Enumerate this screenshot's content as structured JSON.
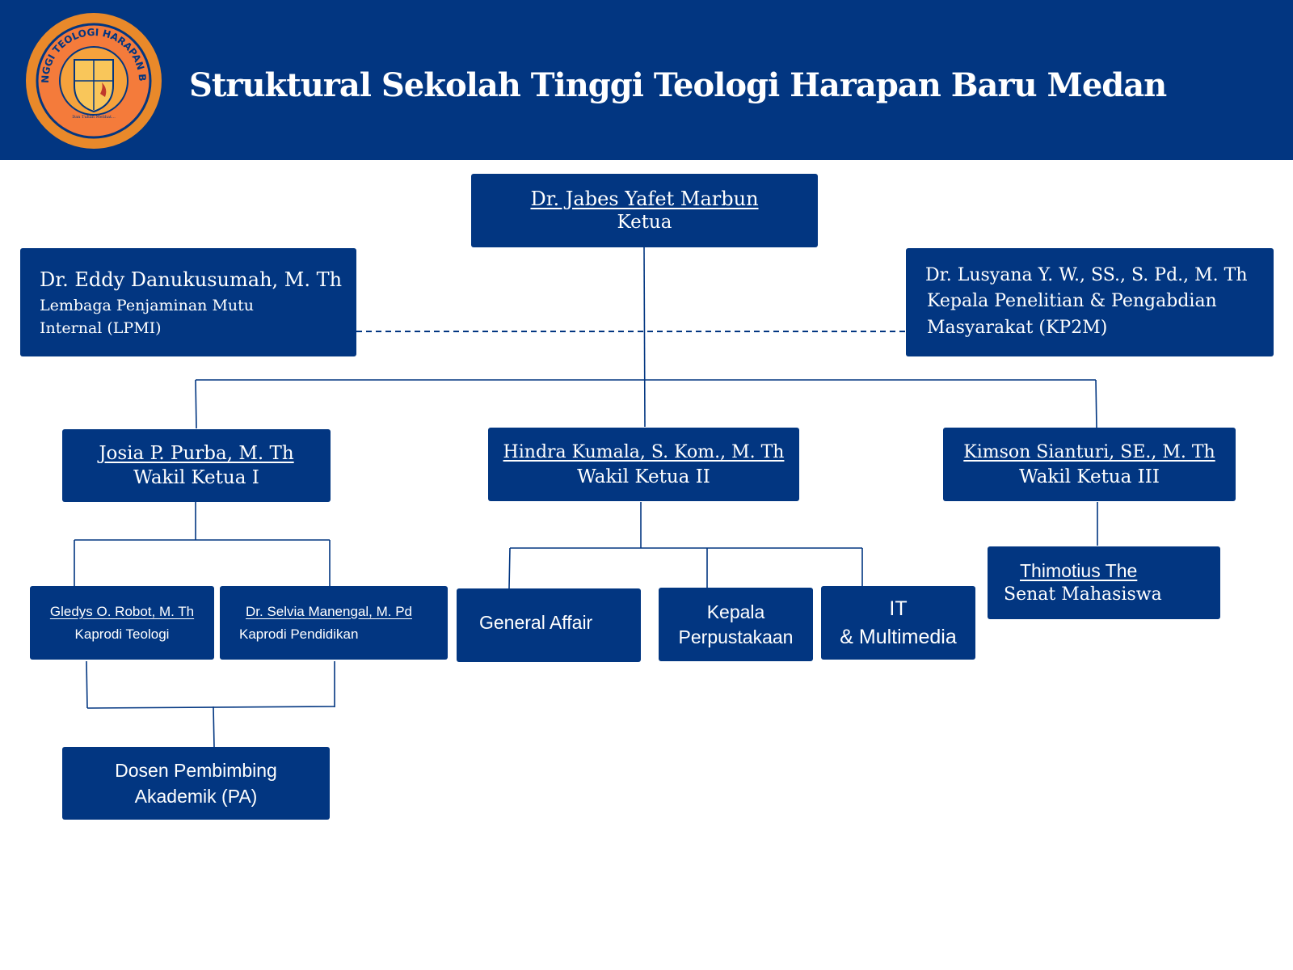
{
  "header": {
    "title": "Struktural Sekolah Tinggi Teologi Harapan Baru Medan",
    "logo": {
      "ring_text": "SEKOLAH TINGGI TEOLOGI HARAPAN BARU MEDAN",
      "motto": "Dan Tuhan Melihat..."
    }
  },
  "colors": {
    "primary": "#023681",
    "logo_ring": "#E9892A",
    "logo_inner": "#F47B3B",
    "text_on_primary": "#FFFFFF"
  },
  "nodes": {
    "ketua": {
      "name": "Dr. Jabes Yafet Marbun",
      "role": "Ketua"
    },
    "lpmi": {
      "name": "Dr. Eddy Danukusumah, M. Th",
      "role_line1": "Lembaga Penjaminan Mutu",
      "role_line2": "Internal (LPMI)"
    },
    "kp2m": {
      "name": "Dr. Lusyana Y. W., SS., S. Pd., M. Th",
      "role_line1": "Kepala Penelitian & Pengabdian",
      "role_line2": "Masyarakat (KP2M)"
    },
    "wk1": {
      "name": "Josia P. Purba, M. Th",
      "role": "Wakil Ketua I"
    },
    "wk2": {
      "name": "Hindra Kumala, S. Kom., M. Th",
      "role": "Wakil Ketua II"
    },
    "wk3": {
      "name": "Kimson Sianturi, SE., M. Th",
      "role": "Wakil Ketua III"
    },
    "kaprodi_teologi": {
      "name": "Gledys O. Robot, M. Th",
      "role": "Kaprodi Teologi"
    },
    "kaprodi_pendidikan": {
      "name": "Dr. Selvia Manengal, M. Pd",
      "role": "Kaprodi Pendidikan"
    },
    "general_affair": {
      "label": "General Affair"
    },
    "perpustakaan": {
      "line1": "Kepala",
      "line2": "Perpustakaan"
    },
    "it": {
      "line1": "IT",
      "line2": "& Multimedia"
    },
    "senat": {
      "name": "Thimotius The",
      "role": "Senat Mahasiswa"
    },
    "dosen_pa": {
      "line1": "Dosen Pembimbing",
      "line2": "Akademik (PA)"
    }
  }
}
